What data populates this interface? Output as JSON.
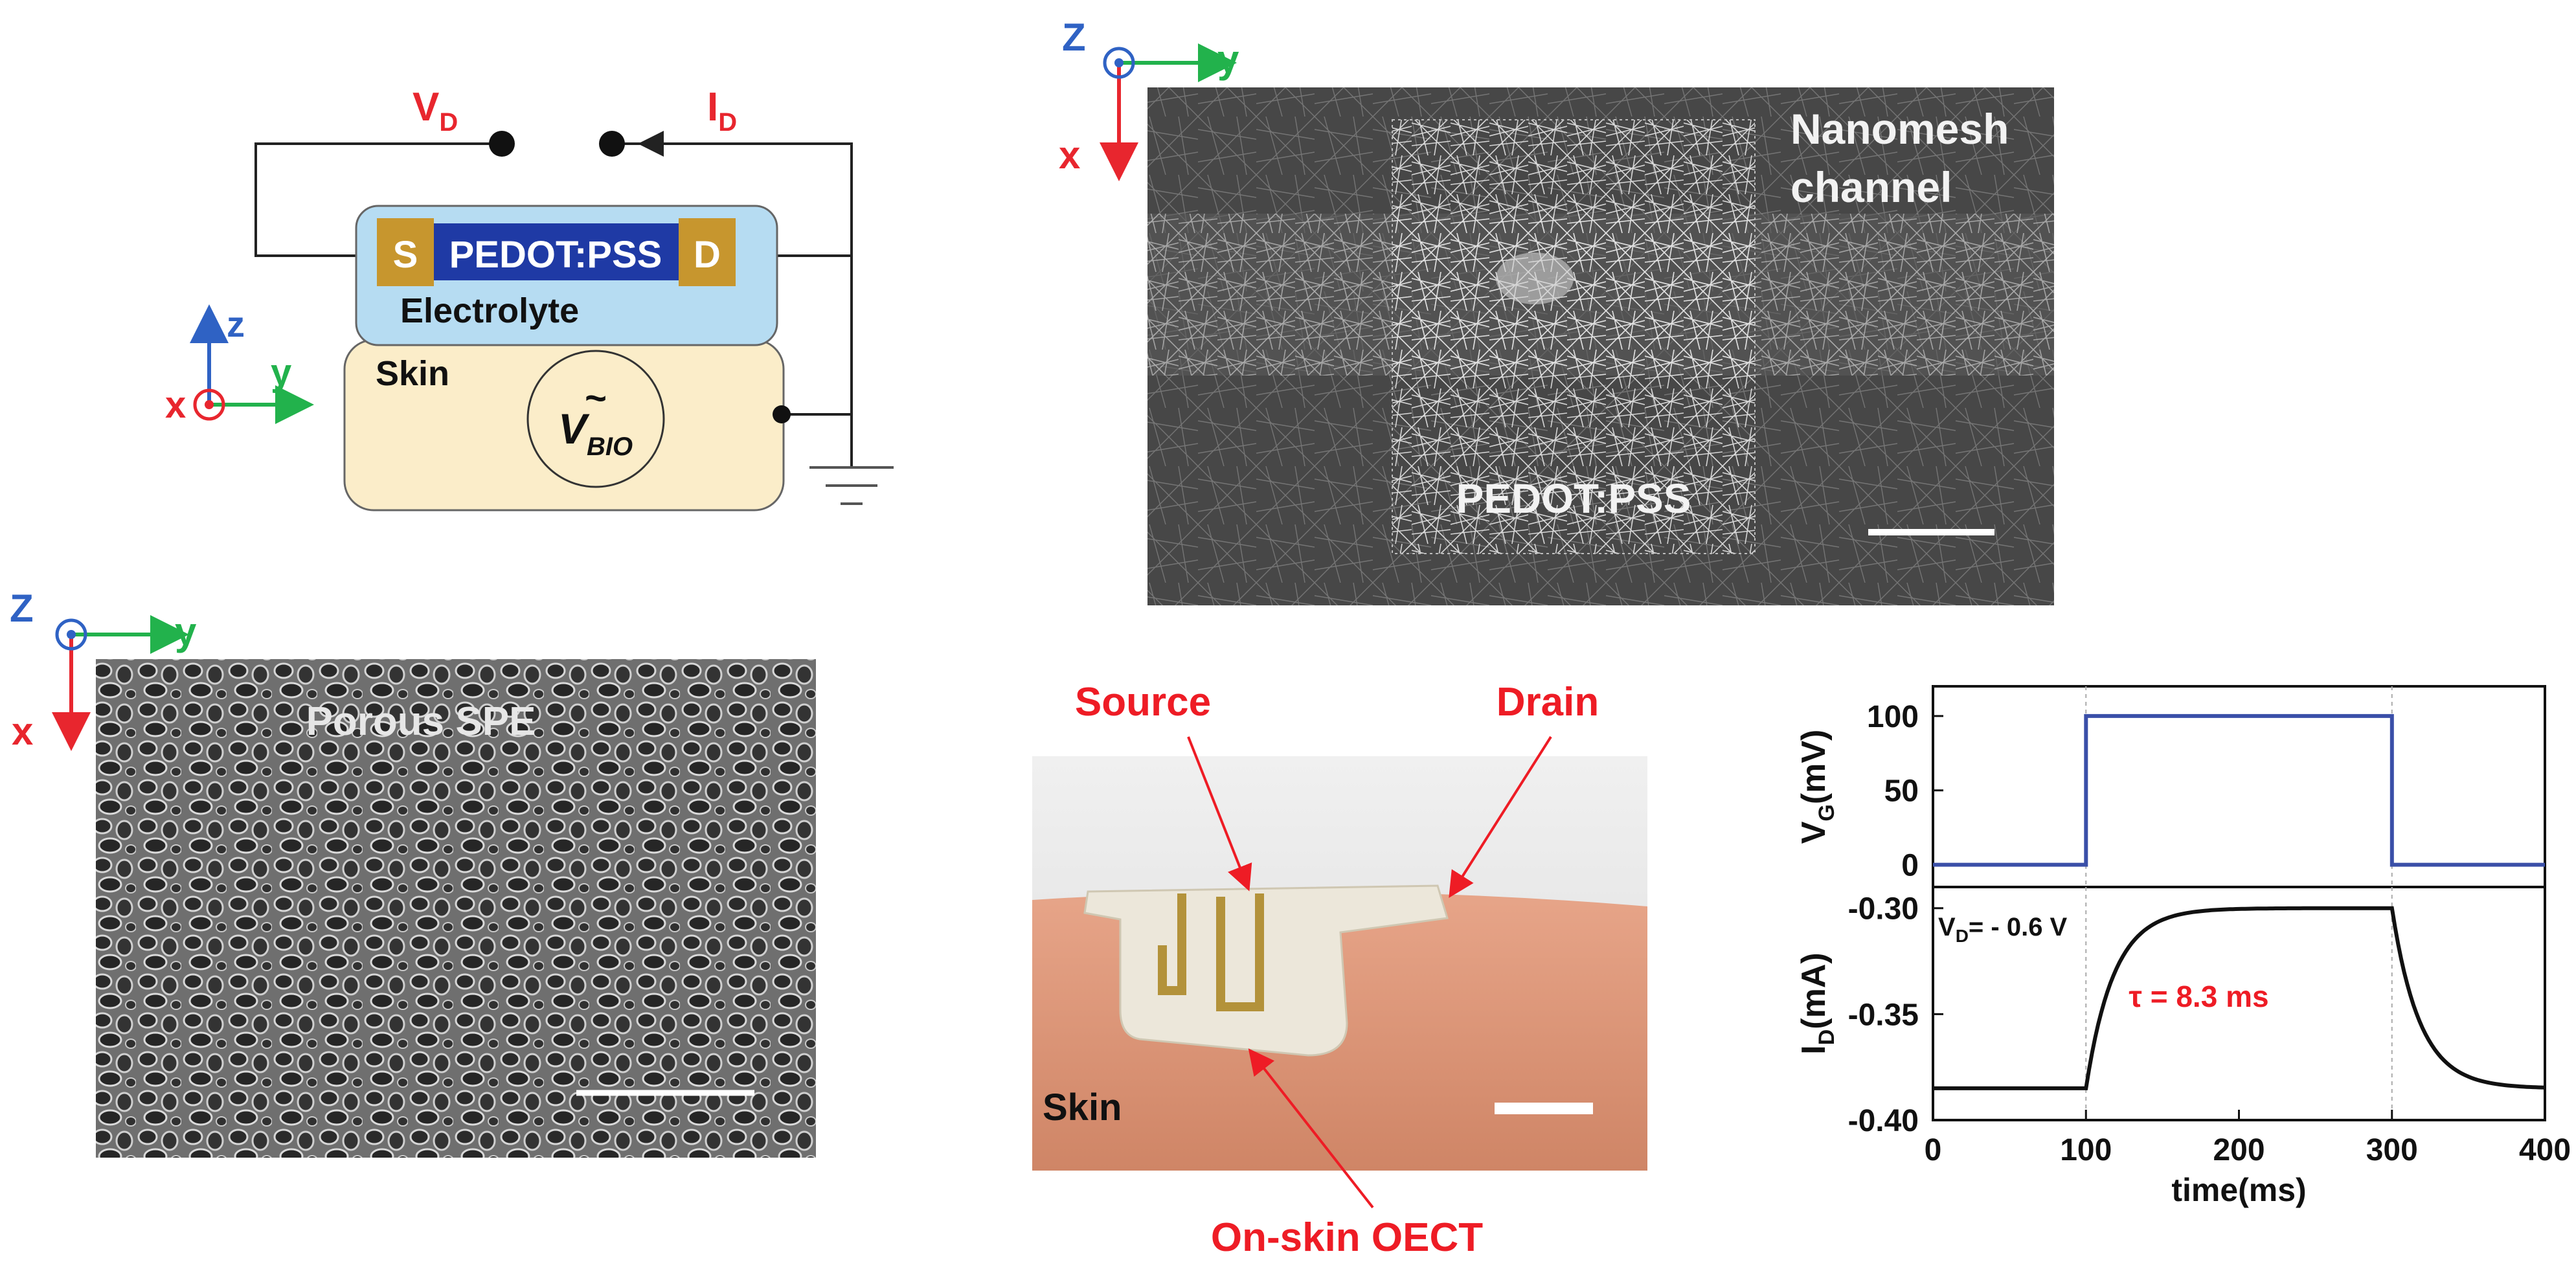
{
  "circuit": {
    "vd_main": "V",
    "vd_sub": "D",
    "id_main": "I",
    "id_sub": "D",
    "source": "S",
    "channel": "PEDOT:PSS",
    "drain": "D",
    "electrolyte": "Electrolyte",
    "skin": "Skin",
    "vbio_main": "V",
    "vbio_sub": "BIO",
    "vbio_tilde": "~",
    "axis_z": "z",
    "axis_y": "y",
    "axis_x": "x"
  },
  "sem_top": {
    "axis_z": "Z",
    "axis_y": "y",
    "axis_x": "x",
    "label_line1": "Nanomesh",
    "label_line2": "channel",
    "channel_label": "PEDOT:PSS"
  },
  "sem_left": {
    "axis_z": "Z",
    "axis_y": "y",
    "axis_x": "x",
    "label": "Porous SPE"
  },
  "photo": {
    "source": "Source",
    "drain": "Drain",
    "skin": "Skin",
    "device": "On-skin OECT"
  },
  "chart_data": {
    "type": "line",
    "xlabel": "time(ms)",
    "xlim": [
      0,
      400
    ],
    "xticks": [
      "0",
      "100",
      "200",
      "300",
      "400"
    ],
    "panels": [
      {
        "ylabel_main": "V",
        "ylabel_sub": "G",
        "ylabel_unit": "(mV)",
        "ylim": [
          -15,
          120
        ],
        "yticks": [
          "100",
          "50",
          "0"
        ],
        "ytick_values": [
          100,
          50,
          0
        ],
        "color": "#3a4fa8",
        "x": [
          0,
          100,
          100,
          300,
          300,
          400
        ],
        "y": [
          0,
          0,
          100,
          100,
          0,
          0
        ]
      },
      {
        "ylabel_main": "I",
        "ylabel_sub": "D",
        "ylabel_unit": "(mA)",
        "ylim": [
          -0.4,
          -0.29
        ],
        "yticks": [
          "-0.30",
          "-0.35",
          "-0.40"
        ],
        "ytick_values": [
          -0.3,
          -0.35,
          -0.4
        ],
        "color": "#111111",
        "x": [
          0,
          100,
          100,
          300,
          300,
          400
        ],
        "y": [
          -0.385,
          -0.385,
          -0.3,
          -0.3,
          -0.385,
          -0.385
        ],
        "tau_ms": 8.3,
        "annot_vd_main": "V",
        "annot_vd_sub": "D",
        "annot_vd_value": "= - 0.6 V",
        "annot_tau": "τ = 8.3 ms"
      }
    ]
  }
}
